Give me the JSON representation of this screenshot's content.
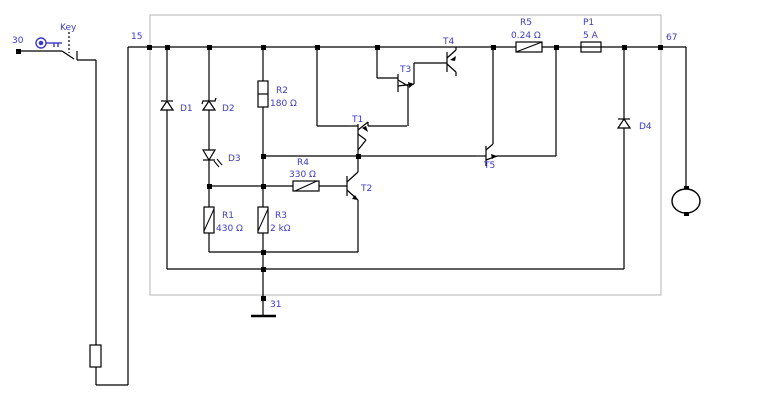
{
  "terminals": {
    "t30": "30",
    "t15": "15",
    "t67": "67",
    "t31": "31"
  },
  "key_label": "Key",
  "components": {
    "d1": "D1",
    "d2": "D2",
    "d3": "D3",
    "d4": "D4",
    "r1": {
      "name": "R1",
      "value": "430 Ω"
    },
    "r2": {
      "name": "R2",
      "value": "180 Ω"
    },
    "r3": {
      "name": "R3",
      "value": "2 kΩ"
    },
    "r4": {
      "name": "R4",
      "value": "330 Ω"
    },
    "r5": {
      "name": "R5",
      "value": "0.24 Ω"
    },
    "p1": {
      "name": "P1",
      "value": "5 A"
    },
    "t1": "T1",
    "t2": "T2",
    "t3": "T3",
    "t4": "T4",
    "t5": "T5"
  },
  "colors": {
    "label": "#3a3ac8",
    "wire": "#000000",
    "frame": "#b4b4b4",
    "key": "#3a3ac8"
  }
}
